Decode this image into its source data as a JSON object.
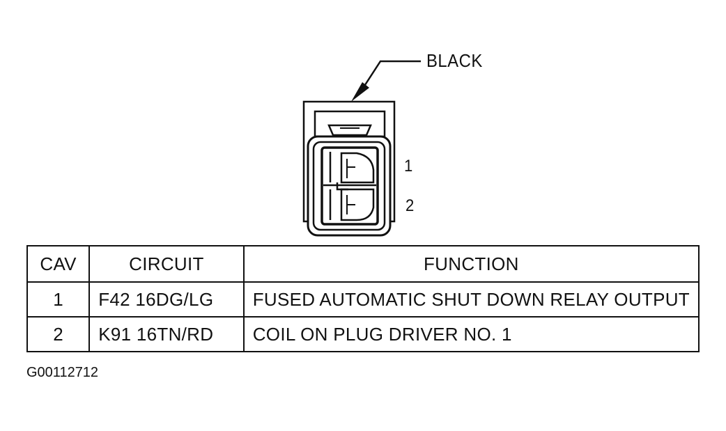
{
  "connector": {
    "color_label": "BLACK",
    "pin_labels": [
      "1",
      "2"
    ]
  },
  "table": {
    "headers": {
      "cav": "CAV",
      "circuit": "CIRCUIT",
      "function": "FUNCTION"
    },
    "rows": [
      {
        "cav": "1",
        "circuit": "F42 16DG/LG",
        "function": "FUSED AUTOMATIC SHUT DOWN RELAY OUTPUT"
      },
      {
        "cav": "2",
        "circuit": "K91 16TN/RD",
        "function": "COIL ON PLUG DRIVER NO. 1"
      }
    ]
  },
  "figure_id": "G00112712",
  "colors": {
    "ink": "#111111",
    "background": "#ffffff"
  }
}
